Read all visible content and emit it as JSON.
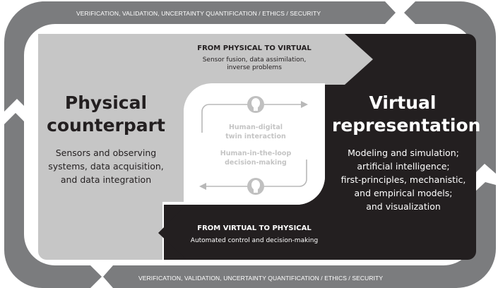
{
  "outer_band": {
    "top_text": "VERIFICATION, VALIDATION, UNCERTAINTY QUANTIFICATION   /   ETHICS   /   SECURITY",
    "bottom_text": "VERIFICATION, VALIDATION, UNCERTAINTY QUANTIFICATION   /   ETHICS   /   SECURITY"
  },
  "physical": {
    "title_line1": "Physical",
    "title_line2": "counterpart",
    "desc_line1": "Sensors and observing",
    "desc_line2": "systems, data acquisition,",
    "desc_line3": "and data integration"
  },
  "virtual": {
    "title_line1": "Virtual",
    "title_line2": "representation",
    "desc_line1": "Modeling and simulation;",
    "desc_line2": "artificial intelligence;",
    "desc_line3": "first-principles, mechanistic,",
    "desc_line4": "and empirical models;",
    "desc_line5": "and visualization"
  },
  "top_arrow": {
    "heading": "FROM PHYSICAL TO VIRTUAL",
    "sub_line1": "Sensor fusion, data assimilation,",
    "sub_line2": "inverse problems"
  },
  "bottom_arrow": {
    "heading": "FROM VIRTUAL TO PHYSICAL",
    "sub_line1": "Automated control and decision-making"
  },
  "center": {
    "label1_line1": "Human-digital",
    "label1_line2": "twin interaction",
    "label2_line1": "Human-in-the-loop",
    "label2_line2": "decision-making",
    "icon": "person-head-icon"
  },
  "colors": {
    "outer_band": "#7b7c7e",
    "physical_panel": "#c6c6c6",
    "virtual_panel": "#231f20",
    "center_panel": "#ffffff",
    "center_text": "#c4c4c4"
  }
}
